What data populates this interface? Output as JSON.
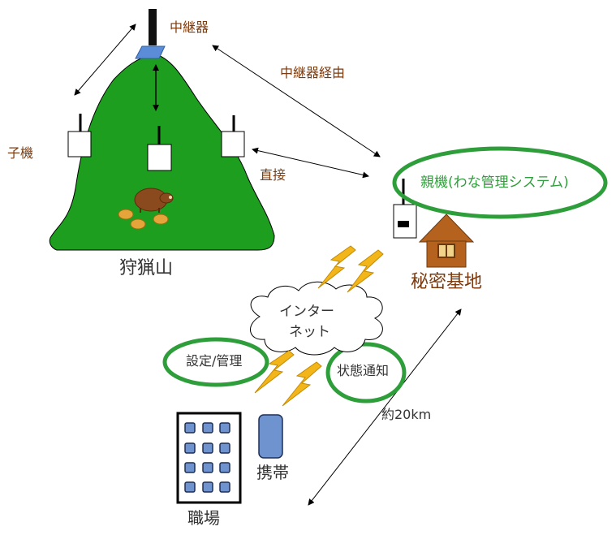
{
  "labels": {
    "repeater": "中継器",
    "via_repeater": "中継器経由",
    "child": "子機",
    "direct": "直接",
    "parent": "親機(わな管理システム)",
    "base": "秘密基地",
    "mountain": "狩猟山",
    "internet_line1": "インター",
    "internet_line2": "ネット",
    "settings": "設定/管理",
    "status": "状態通知",
    "distance": "約20km",
    "mobile": "携帯",
    "workplace": "職場"
  },
  "colors": {
    "mountain": "#1e9e1e",
    "highlight": "#2e9e3a",
    "lightning": "#f2b51a",
    "house": "#b5621f",
    "phone": "#6f93cf",
    "window": "#6f93cf",
    "label_brown": "#7a3b10"
  },
  "icons": [
    "boar-icon",
    "piglet-icon",
    "lightning-icon",
    "house-icon",
    "cloud-icon",
    "building-icon",
    "phone-icon",
    "antenna-icon"
  ]
}
